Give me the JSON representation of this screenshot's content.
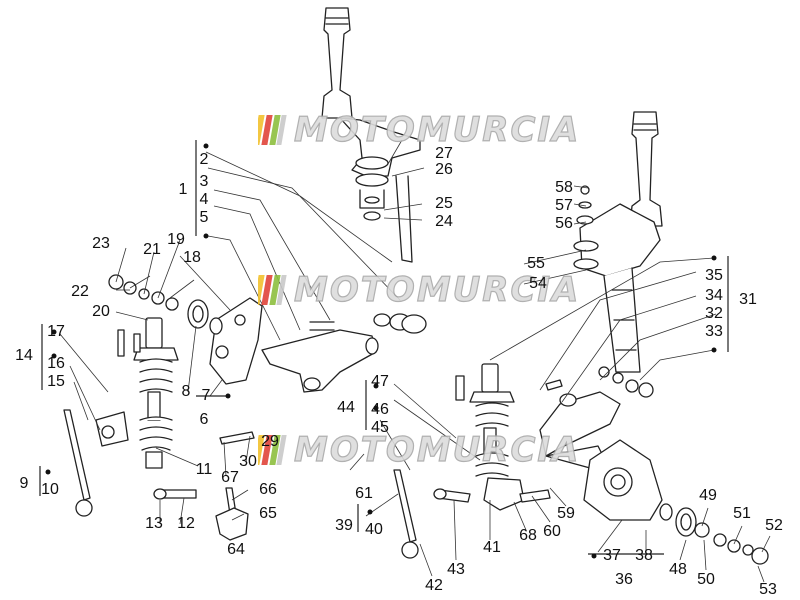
{
  "diagram": {
    "watermark": "MOTOMURCIA",
    "line_color": "#222222",
    "fill_color": "#ffffff",
    "logo_colors": [
      "#f2c12e",
      "#e0443a",
      "#8dbf3f",
      "#c9c9c9"
    ],
    "labels": [
      "1",
      "2",
      "3",
      "4",
      "5",
      "6",
      "7",
      "8",
      "9",
      "10",
      "11",
      "12",
      "13",
      "14",
      "15",
      "16",
      "17",
      "18",
      "19",
      "20",
      "21",
      "22",
      "23",
      "24",
      "25",
      "26",
      "27",
      "29",
      "30",
      "31",
      "32",
      "33",
      "34",
      "35",
      "36",
      "37",
      "38",
      "39",
      "40",
      "41",
      "42",
      "43",
      "44",
      "45",
      "46",
      "47",
      "48",
      "49",
      "50",
      "51",
      "52",
      "53",
      "54",
      "55",
      "56",
      "57",
      "58",
      "59",
      "60",
      "61",
      "64",
      "65",
      "66",
      "67",
      "68"
    ]
  }
}
